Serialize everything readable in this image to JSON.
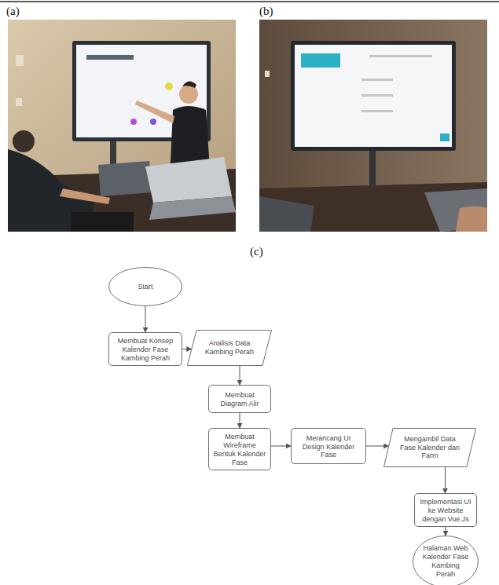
{
  "diagram": {
    "nodes": [
      {
        "text": [
          "Start"
        ]
      },
      {
        "text": [
          "Membuat Konsep Kalender Fase Kambing Perah"
        ]
      },
      {
        "text": [
          "Analisis Data Kambing Perah"
        ]
      },
      {
        "text": [
          "Membuat Diagram Alir"
        ]
      },
      {
        "text": [
          "Membuat Wireframe Bentuk Kalender Fase"
        ]
      },
      {
        "text": [
          "Merancang UI Design Kalender Fase"
        ]
      },
      {
        "text": [
          "Mengambil Data Fase Kalender dan Farm"
        ]
      },
      {
        "text": [
          "Implementasi UI ke Website dengan Vue.Js"
        ]
      },
      {
        "text": [
          "Halaman Web Kalender Fase Kambing Perah"
        ]
      }
    ],
    "edges": [
      {
        "from": 0,
        "to": 1,
        "arrow": "to"
      },
      {
        "from": 1,
        "to": 2,
        "arrow": "to"
      },
      {
        "from": 2,
        "to": 3,
        "arrow": "to"
      },
      {
        "from": 3,
        "to": 4,
        "arrow": "to"
      },
      {
        "from": 4,
        "to": 5,
        "arrow": "to"
      },
      {
        "from": 5,
        "to": 6,
        "arrow": "to"
      },
      {
        "from": 6,
        "to": 7,
        "arrow": "to"
      },
      {
        "from": 7,
        "to": 8,
        "arrow": "to"
      }
    ],
    "labels": [
      "(a)",
      "(b)",
      "(c)"
    ]
  }
}
